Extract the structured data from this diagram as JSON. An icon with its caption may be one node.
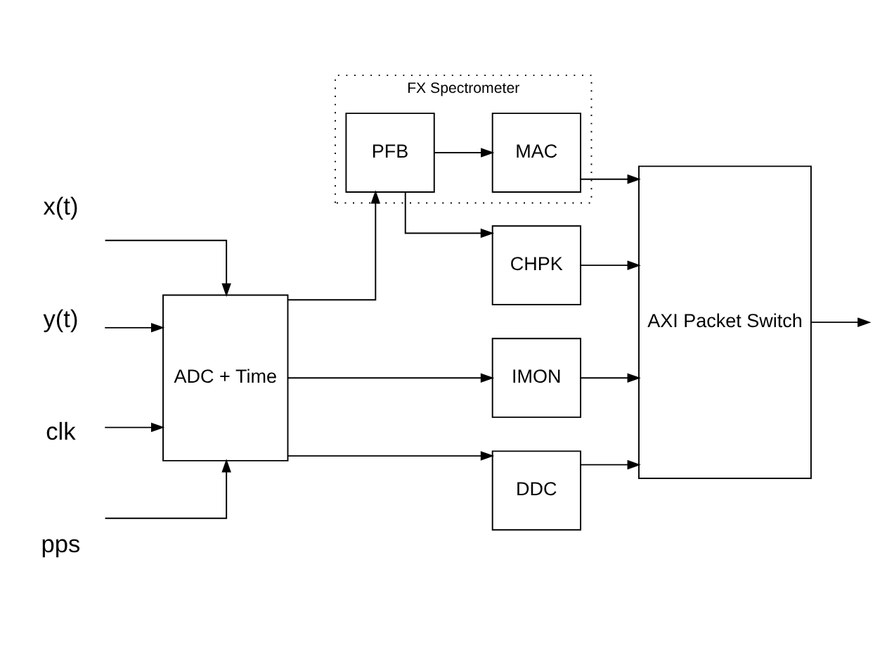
{
  "diagram": {
    "nodes": [
      {
        "text": [
          "x(t)"
        ]
      },
      {
        "text": [
          "y(t)"
        ]
      },
      {
        "text": [
          "clk"
        ]
      },
      {
        "text": [
          "pps"
        ]
      },
      {
        "text": [
          "ADC + Time"
        ]
      },
      {
        "text": [
          "IMON"
        ]
      },
      {
        "text": [
          "FX Spectrometer"
        ]
      },
      {
        "text": [
          "PFB"
        ],
        "in": 6
      },
      {
        "text": [
          "MAC"
        ],
        "in": 6
      },
      {
        "text": [
          "CHPK"
        ]
      },
      {
        "text": [
          "DDC"
        ]
      },
      {
        "text": [
          "AXI Packet Switch"
        ]
      }
    ],
    "edges": [
      {
        "from": 0,
        "to": 4,
        "arrow": "to"
      },
      {
        "from": 1,
        "to": 4,
        "arrow": "to"
      },
      {
        "from": 2,
        "to": 4,
        "arrow": "to"
      },
      {
        "from": 3,
        "to": 4,
        "arrow": "to"
      },
      {
        "from": 4,
        "to": 5,
        "arrow": "to"
      },
      {
        "from": 4,
        "to": 7,
        "arrow": "to"
      },
      {
        "from": 4,
        "to": 10,
        "arrow": "to"
      },
      {
        "from": 7,
        "to": 8,
        "arrow": "to"
      },
      {
        "from": 7,
        "to": 9,
        "arrow": "to"
      },
      {
        "from": 5,
        "to": 11,
        "arrow": "to"
      },
      {
        "from": 8,
        "to": 11,
        "arrow": "to"
      },
      {
        "from": 9,
        "to": 11,
        "arrow": "to"
      },
      {
        "from": 10,
        "to": 11,
        "arrow": "to"
      },
      {
        "from": 11,
        "to": null,
        "arrow": "to"
      }
    ]
  }
}
